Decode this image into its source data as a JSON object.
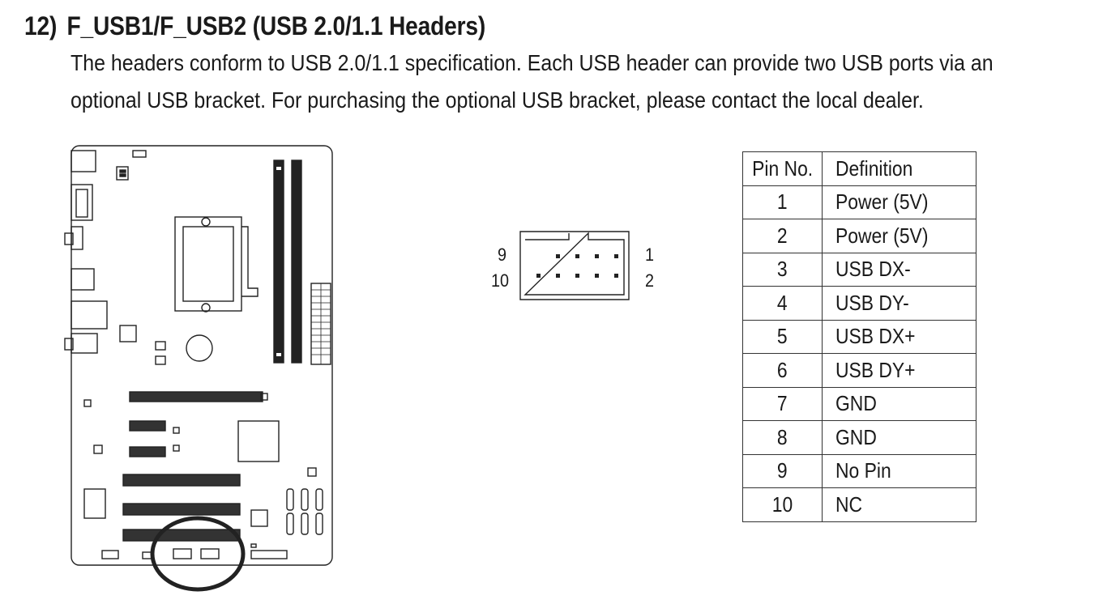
{
  "section": {
    "number": "12)",
    "title": "F_USB1/F_USB2 (USB 2.0/1.1 Headers)",
    "description_line1": "The headers conform to USB 2.0/1.1 specification. Each USB header can provide two USB ports via an",
    "description_line2": "optional USB bracket. For purchasing the optional USB bracket, please contact the local dealer."
  },
  "connector": {
    "label_top_left": "9",
    "label_bottom_left": "10",
    "label_top_right": "1",
    "label_bottom_right": "2"
  },
  "pin_table": {
    "headers": [
      "Pin No.",
      "Definition"
    ],
    "rows": [
      [
        "1",
        "Power (5V)"
      ],
      [
        "2",
        "Power (5V)"
      ],
      [
        "3",
        "USB DX-"
      ],
      [
        "4",
        "USB DY-"
      ],
      [
        "5",
        "USB DX+"
      ],
      [
        "6",
        "USB DY+"
      ],
      [
        "7",
        "GND"
      ],
      [
        "8",
        "GND"
      ],
      [
        "9",
        "No Pin"
      ],
      [
        "10",
        "NC"
      ]
    ]
  }
}
